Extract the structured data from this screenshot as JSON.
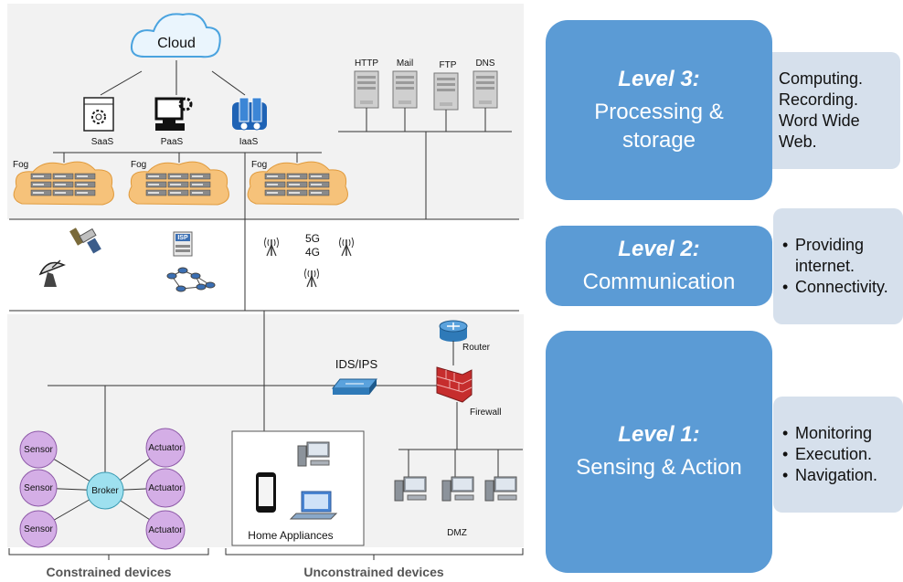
{
  "diagram": {
    "cloud": "Cloud",
    "services": [
      "SaaS",
      "PaaS",
      "IaaS"
    ],
    "fog_label": "Fog",
    "internet_servers": [
      "HTTP",
      "Mail",
      "FTP",
      "DNS"
    ],
    "cellular": [
      "5G",
      "4G"
    ],
    "isp": "ISP",
    "router": "Router",
    "ids_ips": "IDS/IPS",
    "firewall": "Firewall",
    "broker": "Broker",
    "sensor": "Sensor",
    "actuator": "Actuator",
    "home_appliances": "Home Appliances",
    "dmz": "DMZ",
    "constrained": "Constrained devices",
    "unconstrained": "Unconstrained devices"
  },
  "levels": [
    {
      "title": "Level 3:",
      "subtitle": "Processing & storage",
      "bullets": [
        "Computing.",
        "Recording.",
        "Word Wide Web."
      ]
    },
    {
      "title": "Level 2:",
      "subtitle": "Communication",
      "bullets": [
        "Providing internet.",
        "Connectivity."
      ]
    },
    {
      "title": "Level 1:",
      "subtitle": "Sensing & Action",
      "bullets": [
        "Monitoring",
        "Execution.",
        "Navigation."
      ]
    }
  ],
  "colors": {
    "level_box": "#5b9bd5",
    "bullet_box": "#d6e0ec",
    "fog": "#f6c27a",
    "node": "#d4aee6",
    "broker": "#9ee0ef"
  }
}
